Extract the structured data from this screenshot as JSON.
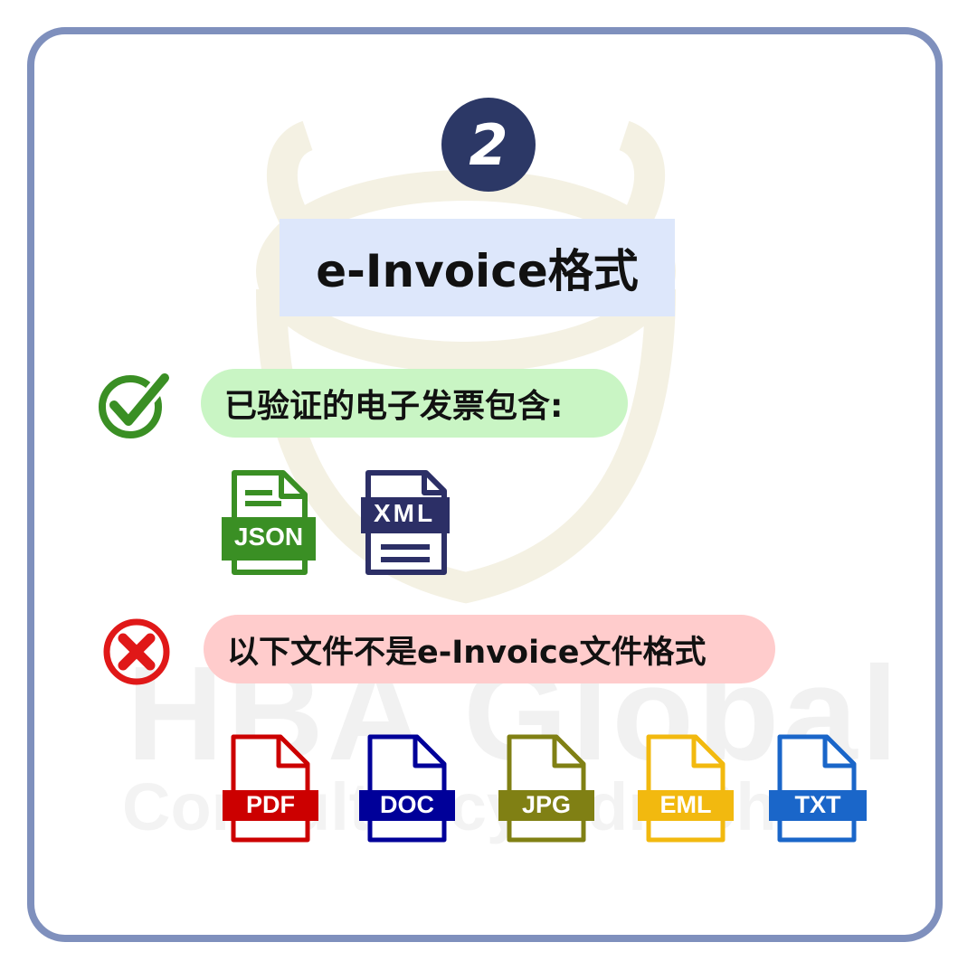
{
  "step": {
    "number": "2"
  },
  "title": "e-Invoice格式",
  "watermark": {
    "line1": "HBA Global",
    "line2": "Consultancy Sdn Bhd"
  },
  "valid": {
    "label": "已验证的电子发票包含:",
    "icon": "check-circle-icon",
    "formats": [
      {
        "label": "JSON",
        "color": "#3a8f24"
      },
      {
        "label": "XML",
        "color": "#2c2f66"
      }
    ]
  },
  "invalid": {
    "label": "以下文件不是e-Invoice文件格式",
    "icon": "x-circle-icon",
    "formats": [
      {
        "label": "PDF",
        "color": "#cc0000"
      },
      {
        "label": "DOC",
        "color": "#000099"
      },
      {
        "label": "JPG",
        "color": "#808014"
      },
      {
        "label": "EML",
        "color": "#f2b90f"
      },
      {
        "label": "TXT",
        "color": "#1a66c9"
      }
    ]
  },
  "colors": {
    "frame": "#7f90bd",
    "step_circle": "#2c3866",
    "title_bg": "#dde7fb",
    "valid_bg": "#c9f5c4",
    "invalid_bg": "#ffcccc",
    "check": "#3a8f24",
    "cross": "#e01818"
  }
}
